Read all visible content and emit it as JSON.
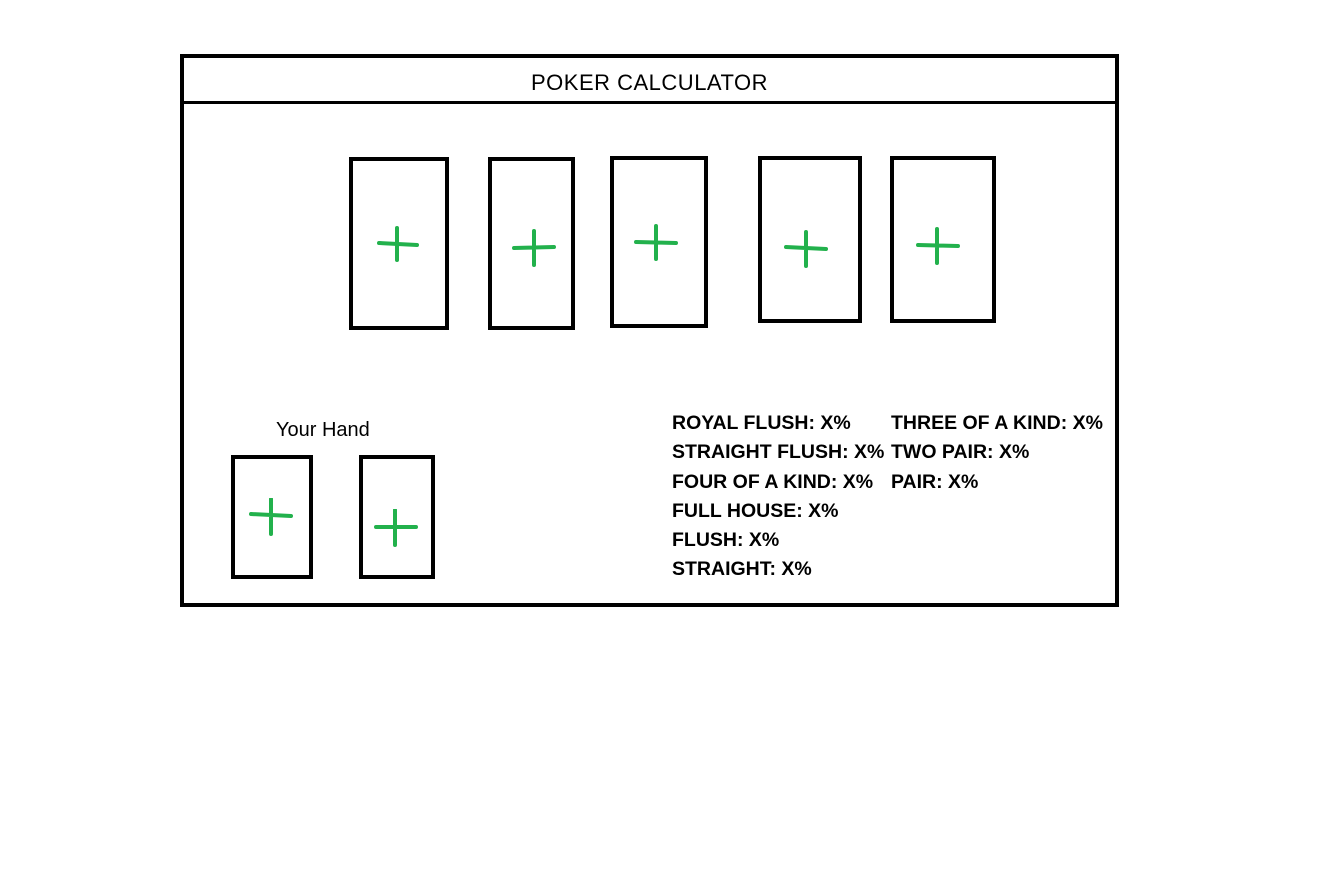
{
  "app": {
    "title": "POKER CALCULATOR"
  },
  "icons": {
    "add_card": "plus-icon",
    "add_card_color": "#22b14c"
  },
  "board": {
    "card_count": 5
  },
  "hand": {
    "label": "Your Hand",
    "card_count": 2
  },
  "odds": {
    "left": [
      "ROYAL FLUSH: X%",
      "STRAIGHT FLUSH: X%",
      "FOUR OF A KIND: X%",
      "FULL HOUSE: X%",
      "FLUSH: X%",
      "STRAIGHT: X%"
    ],
    "right": [
      "THREE OF A KIND: X%",
      "TWO PAIR: X%",
      "PAIR: X%"
    ]
  }
}
